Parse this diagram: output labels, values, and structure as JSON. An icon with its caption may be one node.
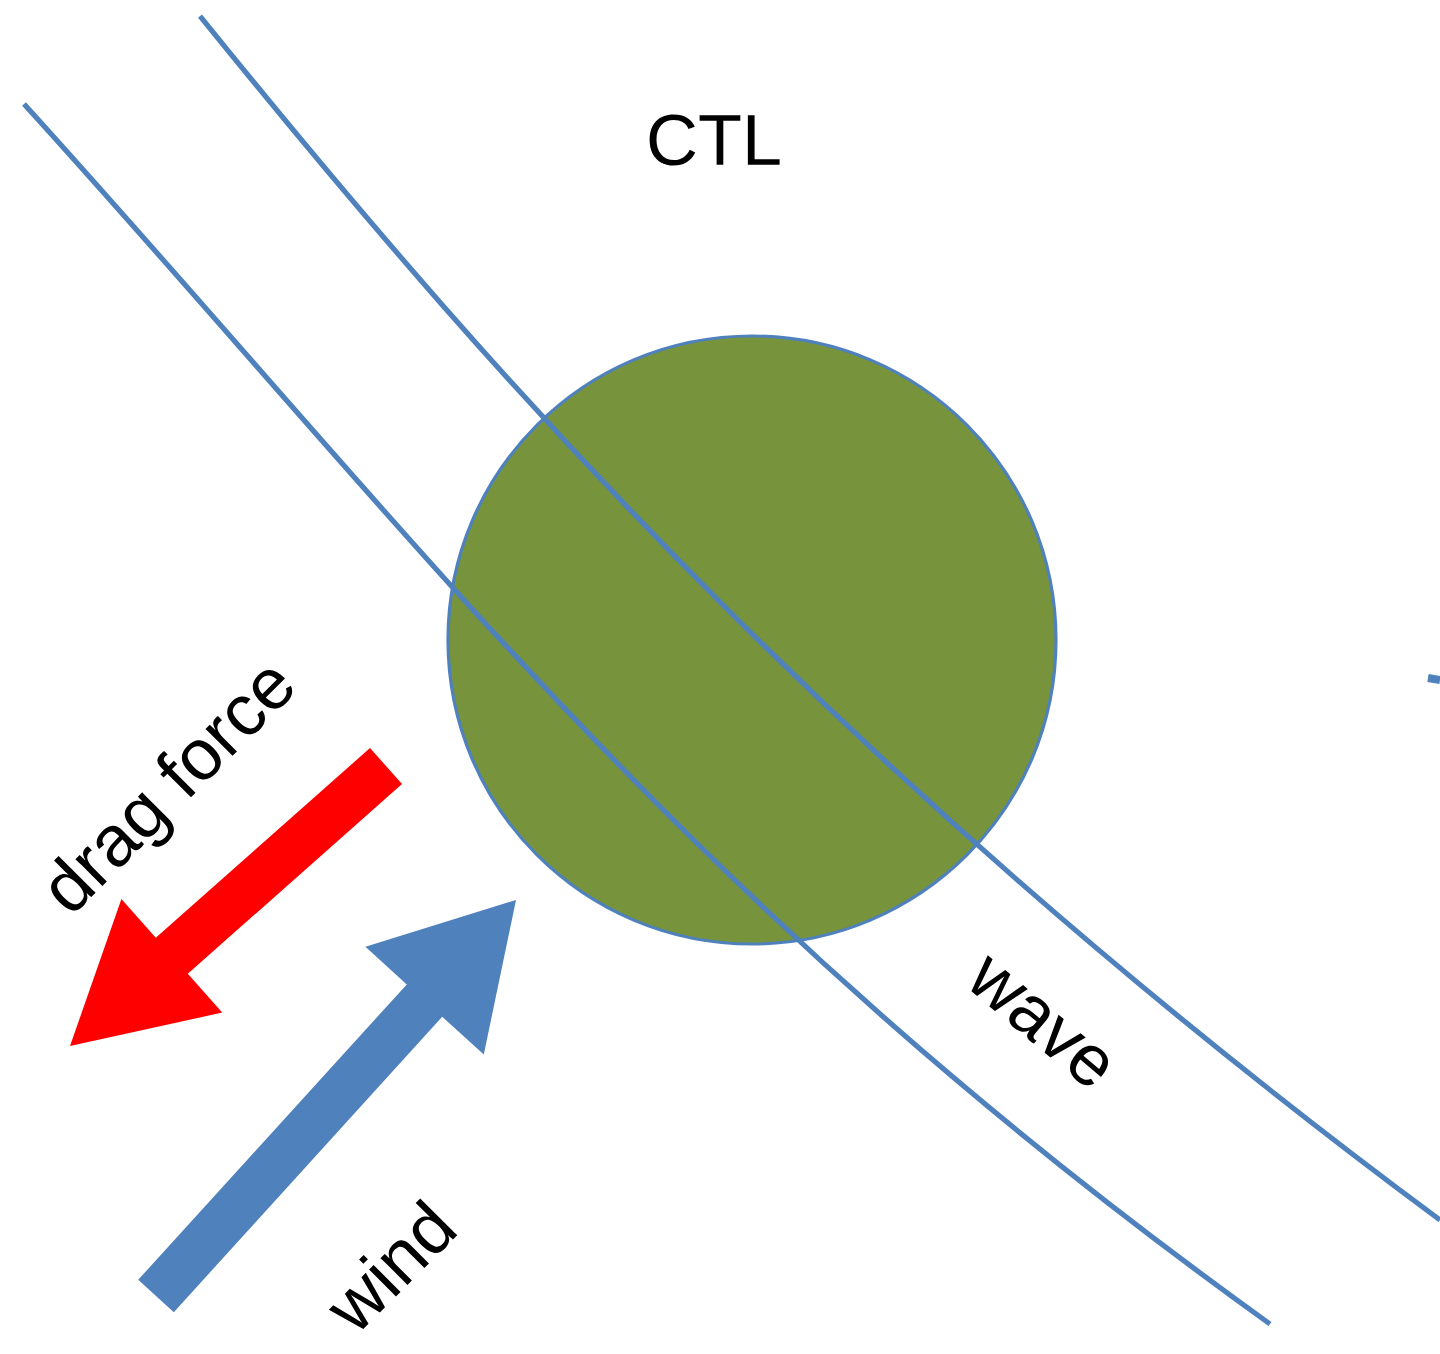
{
  "diagram": {
    "nodes": [
      {
        "text": [],
        "shape": "circle"
      }
    ],
    "labels": [
      "CTL",
      "drag force",
      "wave",
      "wind"
    ]
  }
}
